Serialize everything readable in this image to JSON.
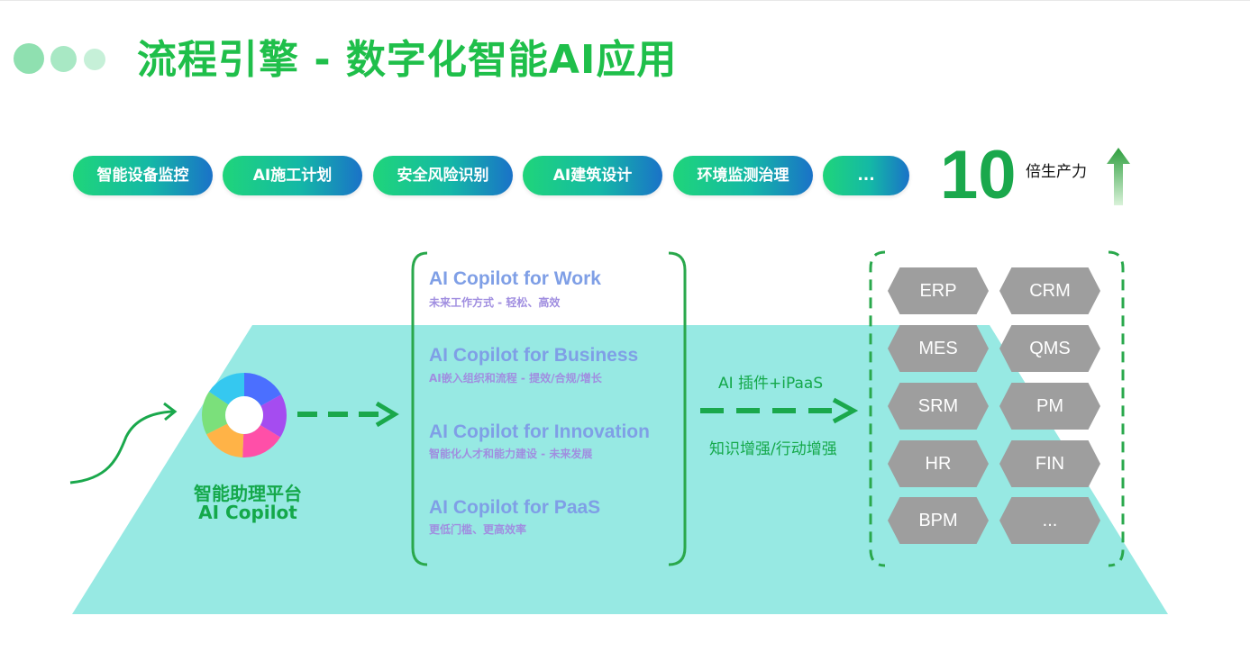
{
  "title": "流程引擎 - 数字化智能AI应用",
  "scenarios": [
    "智能设备监控",
    "AI施工计划",
    "安全风险识别",
    "AI建筑设计",
    "环境监测治理",
    "..."
  ],
  "productivity": {
    "number": "10",
    "label": "倍生产力"
  },
  "assistant": {
    "label_cn": "智能助理平台",
    "label_en": "AI Copilot"
  },
  "copilots": [
    {
      "title": "AI Copilot for Work",
      "subtitle": "未来工作方式 - 轻松、高效"
    },
    {
      "title": "AI Copilot for Business",
      "subtitle": "AI嵌入组织和流程 - 提效/合规/增长"
    },
    {
      "title": "AI Copilot for Innovation",
      "subtitle": "智能化人才和能力建设 - 未来发展"
    },
    {
      "title": "AI Copilot for PaaS",
      "subtitle": "更低门槛、更高效率"
    }
  ],
  "connector": {
    "top": "AI 插件+iPaaS",
    "bottom": "知识增强/行动增强"
  },
  "systems": [
    "ERP",
    "CRM",
    "MES",
    "QMS",
    "SRM",
    "PM",
    "HR",
    "FIN",
    "BPM",
    "..."
  ],
  "colors": {
    "accent": "#1fbf4a",
    "platform": "#97e9e3",
    "copilot_text": "#7f9fe6",
    "hex": "#9e9e9e"
  }
}
